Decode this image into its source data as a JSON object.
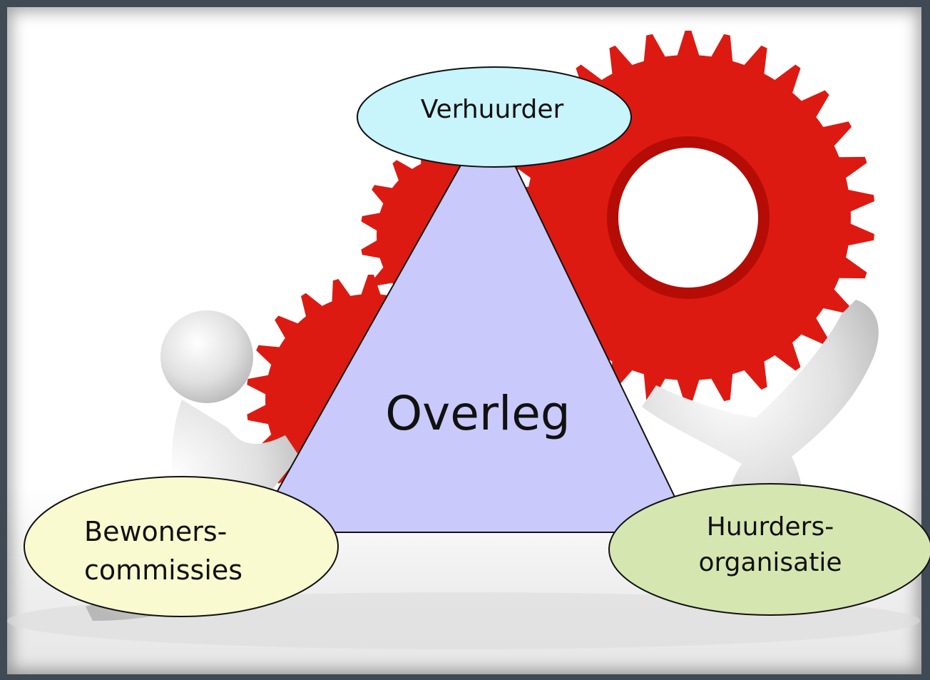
{
  "diagram": {
    "center_label": "Overleg",
    "nodes": {
      "top": {
        "label": "Verhuurder",
        "color": "#c8f4fc"
      },
      "left": {
        "line1": "Bewoners-",
        "line2": "commissies",
        "color": "#fafad0"
      },
      "right": {
        "line1": "Huurders-",
        "line2": "organisatie",
        "color": "#d6e6b0"
      }
    },
    "triangle_color": "#c9c9fb",
    "gear_color": "#dd1a12",
    "frame_color": "#3f4a55"
  }
}
